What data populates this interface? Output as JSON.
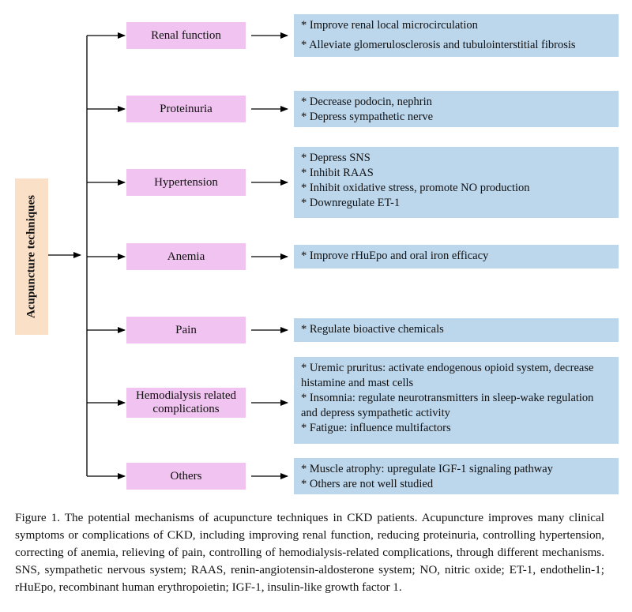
{
  "root": {
    "label": "Acupuncture techniques"
  },
  "categories": [
    {
      "label": "Renal function",
      "mechanisms": [
        "* Improve renal local microcirculation",
        "* Alleviate glomerulosclerosis and tubulointerstitial fibrosis"
      ]
    },
    {
      "label": "Proteinuria",
      "mechanisms": [
        "* Decrease podocin, nephrin",
        "* Depress sympathetic nerve"
      ]
    },
    {
      "label": "Hypertension",
      "mechanisms": [
        "* Depress SNS",
        "* Inhibit RAAS",
        "* Inhibit oxidative stress, promote NO production",
        "* Downregulate ET-1"
      ]
    },
    {
      "label": "Anemia",
      "mechanisms": [
        "* Improve rHuEpo and oral iron efficacy"
      ]
    },
    {
      "label": "Pain",
      "mechanisms": [
        "* Regulate bioactive chemicals"
      ]
    },
    {
      "label": "Hemodialysis related complications",
      "mechanisms": [
        "* Uremic pruritus: activate endogenous opioid system, decrease histamine and mast cells",
        "* Insomnia: regulate neurotransmitters in sleep-wake regulation and depress sympathetic activity",
        "* Fatigue: influence multifactors"
      ]
    },
    {
      "label": "Others",
      "mechanisms": [
        "* Muscle atrophy: upregulate IGF-1 signaling pathway",
        "* Others are not well studied"
      ]
    }
  ],
  "caption": "Figure 1. The potential mechanisms of acupuncture techniques in CKD patients. Acupuncture improves many clinical symptoms or complications of CKD, including improving renal function, reducing proteinuria, controlling hypertension, correcting of anemia, relieving of pain, controlling of hemodialysis-related complications, through different mechanisms. SNS, sympathetic nervous system; RAAS, renin-angiotensin-aldosterone system; NO, nitric oxide; ET-1, endothelin-1; rHuEpo, recombinant human erythropoietin; IGF-1, insulin-like growth factor 1.",
  "colors": {
    "root_fill": "#fbe0c8",
    "category_fill": "#f1c3f0",
    "mechanism_fill": "#bcd6ec",
    "arrow": "#000000"
  }
}
